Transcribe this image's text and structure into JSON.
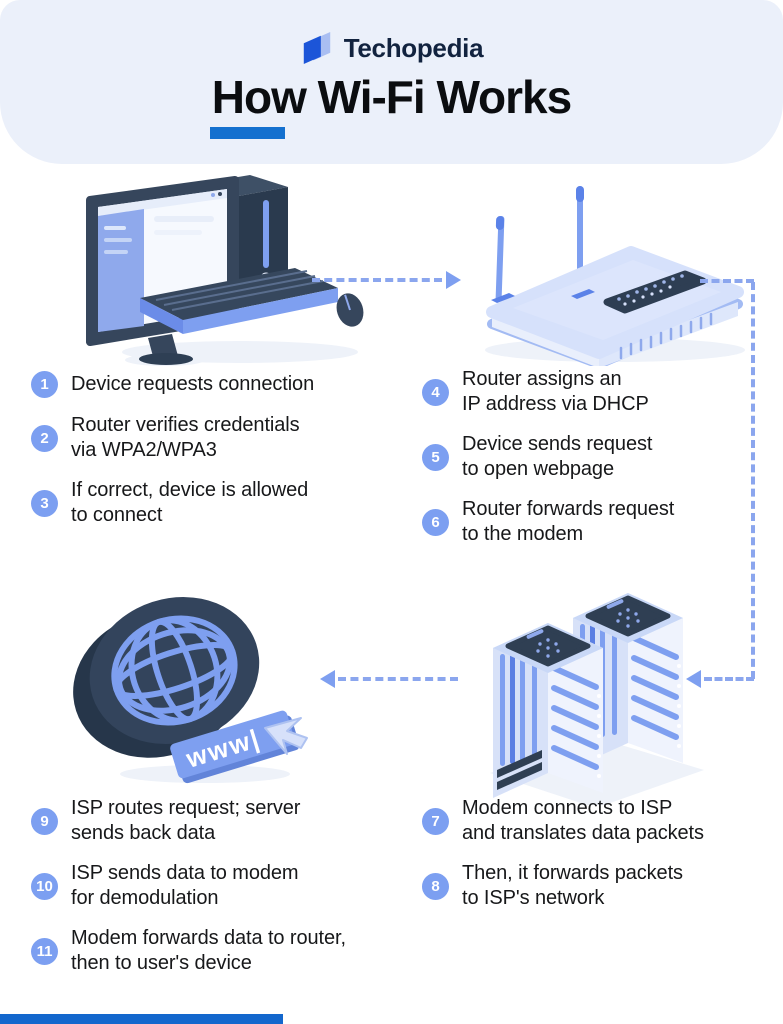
{
  "header": {
    "brand": "Techopedia",
    "title": "How Wi-Fi Works"
  },
  "colors": {
    "header_bg": "#EBF0FA",
    "accent_blue": "#1470CF",
    "brand_navy": "#12233F",
    "step_circle": "#7C9FF1",
    "text_dark": "#17181A",
    "arrow_dash": "#8BA6EE",
    "arrow_head": "#7E9FF0",
    "footer_bar": "#1367CD"
  },
  "steps": [
    {
      "num": "1",
      "text": "Device requests connection"
    },
    {
      "num": "2",
      "text": "Router verifies credentials\nvia WPA2/WPA3"
    },
    {
      "num": "3",
      "text": "If correct, device is allowed\nto connect"
    },
    {
      "num": "4",
      "text": "Router assigns an\nIP address via DHCP"
    },
    {
      "num": "5",
      "text": "Device sends request\nto open webpage"
    },
    {
      "num": "6",
      "text": "Router forwards request\nto the modem"
    },
    {
      "num": "7",
      "text": "Modem connects to ISP\nand translates data packets"
    },
    {
      "num": "8",
      "text": "Then, it forwards packets\nto ISP's network"
    },
    {
      "num": "9",
      "text": "ISP routes request; server\nsends back data"
    },
    {
      "num": "10",
      "text": "ISP sends data to modem\nfor demodulation"
    },
    {
      "num": "11",
      "text": "Modem forwards data to router,\nthen to user's device"
    }
  ],
  "illustrations": {
    "computer": "desktop-computer",
    "router": "wifi-router",
    "internet": "internet-globe",
    "servers": "modem-servers",
    "www_label": "www|"
  }
}
